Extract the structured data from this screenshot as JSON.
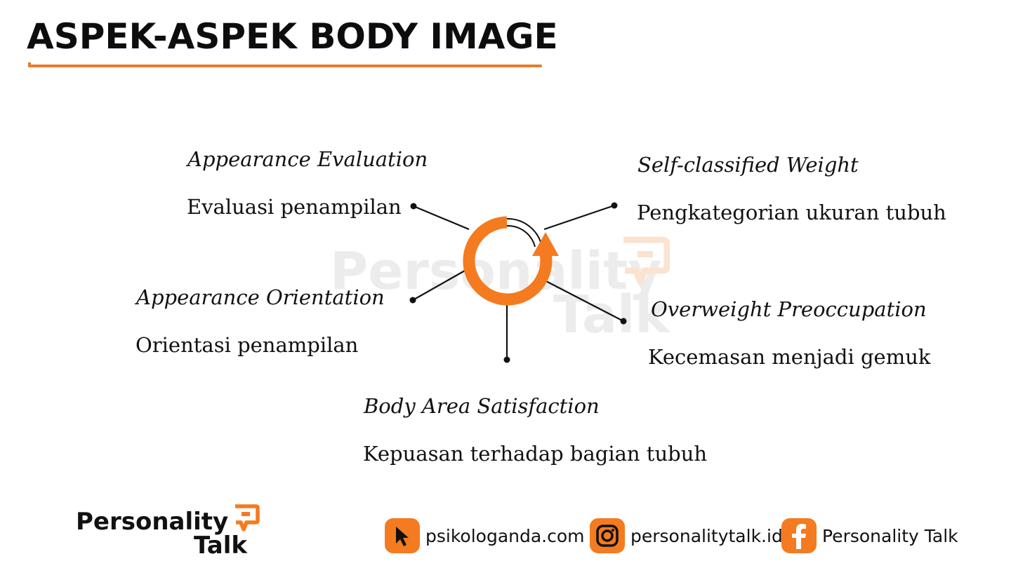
{
  "title": "ASPEK-ASPEK BODY IMAGE",
  "colors": {
    "accent": "#f47b20",
    "title_underline": "#e97a2b",
    "text": "#111111",
    "watermark": "#ececec"
  },
  "watermark": {
    "line1": "Personality",
    "line2": "Talk"
  },
  "aspects": [
    {
      "heading": "Appearance Evaluation",
      "description": "Evaluasi penampilan"
    },
    {
      "heading": "Self-classified Weight",
      "description": "Pengkategorian ukuran tubuh"
    },
    {
      "heading": "Appearance Orientation",
      "description": "Orientasi penampilan"
    },
    {
      "heading": "Overweight Preoccupation",
      "description": "Kecemasan menjadi gemuk"
    },
    {
      "heading": "Body Area Satisfaction",
      "description": "Kepuasan terhadap bagian tubuh"
    }
  ],
  "footer": {
    "logo": {
      "line1": "Personality",
      "line2": "Talk"
    },
    "links": [
      {
        "icon": "cursor-icon",
        "label": "psikologanda.com"
      },
      {
        "icon": "instagram-icon",
        "label": "personalitytalk.id"
      },
      {
        "icon": "facebook-icon",
        "label": "Personality Talk"
      }
    ]
  }
}
